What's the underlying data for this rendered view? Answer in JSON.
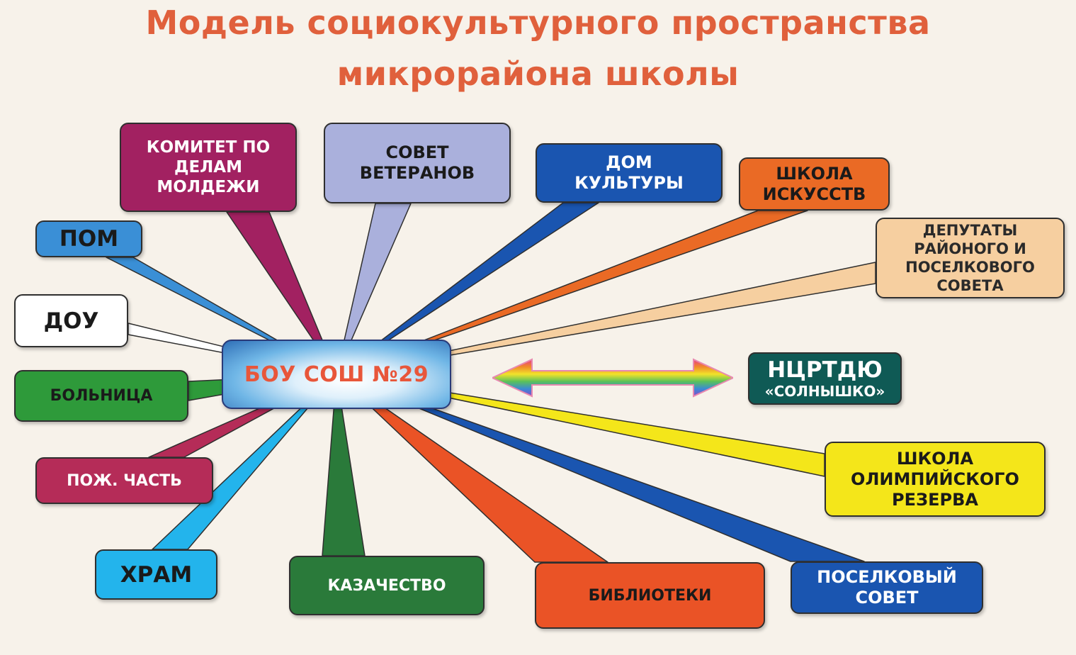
{
  "title": {
    "line1": "Модель социокультурного пространства",
    "line2": "микрорайона школы"
  },
  "center": {
    "label": "БОУ СОШ №29"
  },
  "partner": {
    "line1": "НЦРТДЮ",
    "line2": "«СОЛНЫШКО»",
    "color": "#0f5a55"
  },
  "nodes": [
    {
      "id": "pom",
      "label": "ПОМ",
      "color": "#3a8fd6",
      "text_color": "#1a1a1a"
    },
    {
      "id": "komitet",
      "label": "КОМИТЕТ ПО\nДЕЛАМ\nМОЛДЕЖИ",
      "color": "#a22161",
      "text_color": "#ffffff"
    },
    {
      "id": "sovet-veteranov",
      "label": "СОВЕТ\nВЕТЕРАНОВ",
      "color": "#aab0dc",
      "text_color": "#1a1a1a"
    },
    {
      "id": "dom-kultury",
      "label": "ДОМ\nКУЛЬТУРЫ",
      "color": "#1a55b0",
      "text_color": "#ffffff"
    },
    {
      "id": "shkola-iskusstv",
      "label": "ШКОЛА\nИСКУССТВ",
      "color": "#ea6a25",
      "text_color": "#1a1a1a"
    },
    {
      "id": "deputaty",
      "label": "ДЕПУТАТЫ\nРАЙОНОГО И\nПОСЕЛКОВОГО\nСОВЕТА",
      "color": "#f6cfa0",
      "text_color": "#2a2a2a"
    },
    {
      "id": "dou",
      "label": "ДОУ",
      "color": "#ffffff",
      "text_color": "#1a1a1a"
    },
    {
      "id": "bolnica",
      "label": "БОЛЬНИЦА",
      "color": "#2e9a3a",
      "text_color": "#1a1a1a"
    },
    {
      "id": "pozh-chast",
      "label": "ПОЖ. ЧАСТЬ",
      "color": "#b52c58",
      "text_color": "#ffffff"
    },
    {
      "id": "hram",
      "label": "ХРАМ",
      "color": "#23b4ec",
      "text_color": "#1a1a1a"
    },
    {
      "id": "kazachestvo",
      "label": "КАЗАЧЕСТВО",
      "color": "#2a7a3a",
      "text_color": "#ffffff"
    },
    {
      "id": "biblioteki",
      "label": "БИБЛИОТЕКИ",
      "color": "#ea5326",
      "text_color": "#1a1a1a"
    },
    {
      "id": "poselkovyy-sovet",
      "label": "ПОСЕЛКОВЫЙ\nСОВЕТ",
      "color": "#1a55b0",
      "text_color": "#ffffff"
    },
    {
      "id": "shkola-olimp",
      "label": "ШКОЛА\nОЛИМПИЙСКОГО\nРЕЗЕРВА",
      "color": "#f4e61a",
      "text_color": "#1a1a1a"
    }
  ]
}
